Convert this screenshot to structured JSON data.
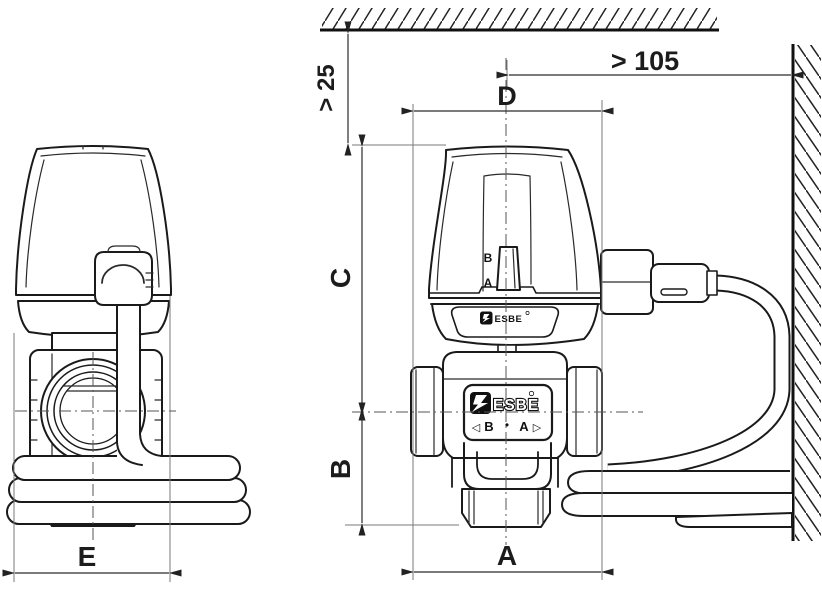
{
  "drawing": {
    "dimension_labels": {
      "min_clearance_above": "> 25",
      "min_clearance_side": "> 105",
      "actuator_width": "D",
      "actuator_height": "C",
      "valve_height": "B",
      "valve_width": "A",
      "side_view_width": "E"
    },
    "actuator": {
      "brand": "ESBE",
      "knob_pos_top": "B",
      "knob_pos_bottom": "A"
    },
    "valve_plate": {
      "brand": "ESBE",
      "flow_left_marker": "◁",
      "flow_b": "B",
      "flow_dot": "•",
      "flow_a": "A",
      "flow_right_marker": "▷"
    },
    "colors": {
      "outline": "#1a1a1a",
      "dimension": "#2b2b2b",
      "extension": "#7a7a7a",
      "background": "#ffffff"
    }
  }
}
